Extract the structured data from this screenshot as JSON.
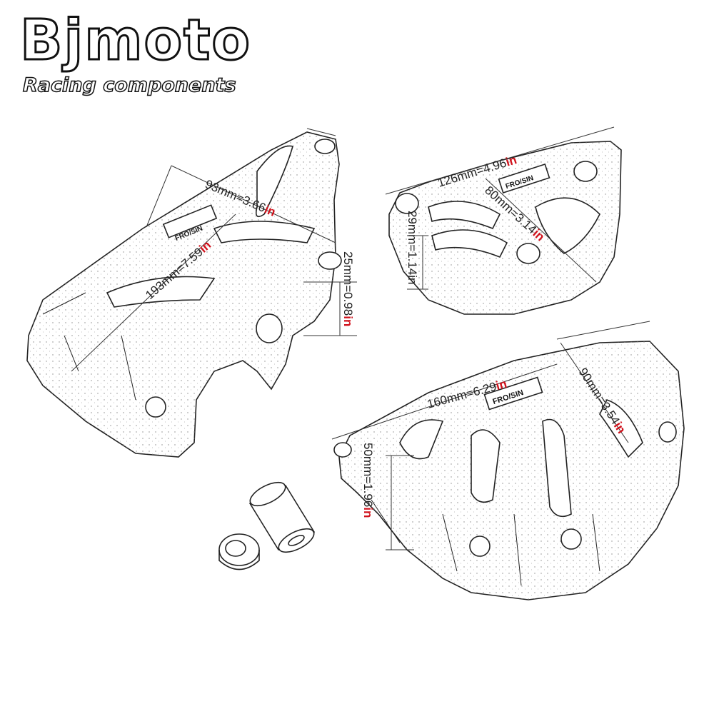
{
  "brand": {
    "name": "Bjmoto",
    "tagline": "Racing components"
  },
  "part_logo_text": "FRO/SIN",
  "dimensions": {
    "d1": {
      "mm": "93mm=3.66",
      "unit": "in"
    },
    "d2": {
      "mm": "193mm=7.59",
      "unit": "in"
    },
    "d3": {
      "mm": "25mm=0.98",
      "unit": "in"
    },
    "d4": {
      "mm": "126mm=4.96",
      "unit": "in"
    },
    "d5": {
      "mm": "80mm=3.14",
      "unit": "in"
    },
    "d6": {
      "mm": "29mm=1.14in",
      "unit": ""
    },
    "d7": {
      "mm": "160mm=6.29",
      "unit": "in"
    },
    "d8": {
      "mm": "90mm=3.54",
      "unit": "in"
    },
    "d9": {
      "mm": "50mm=1.96",
      "unit": "in"
    }
  },
  "colors": {
    "line": "#222222",
    "dim_line": "#333333",
    "unit": "#d0121c"
  }
}
